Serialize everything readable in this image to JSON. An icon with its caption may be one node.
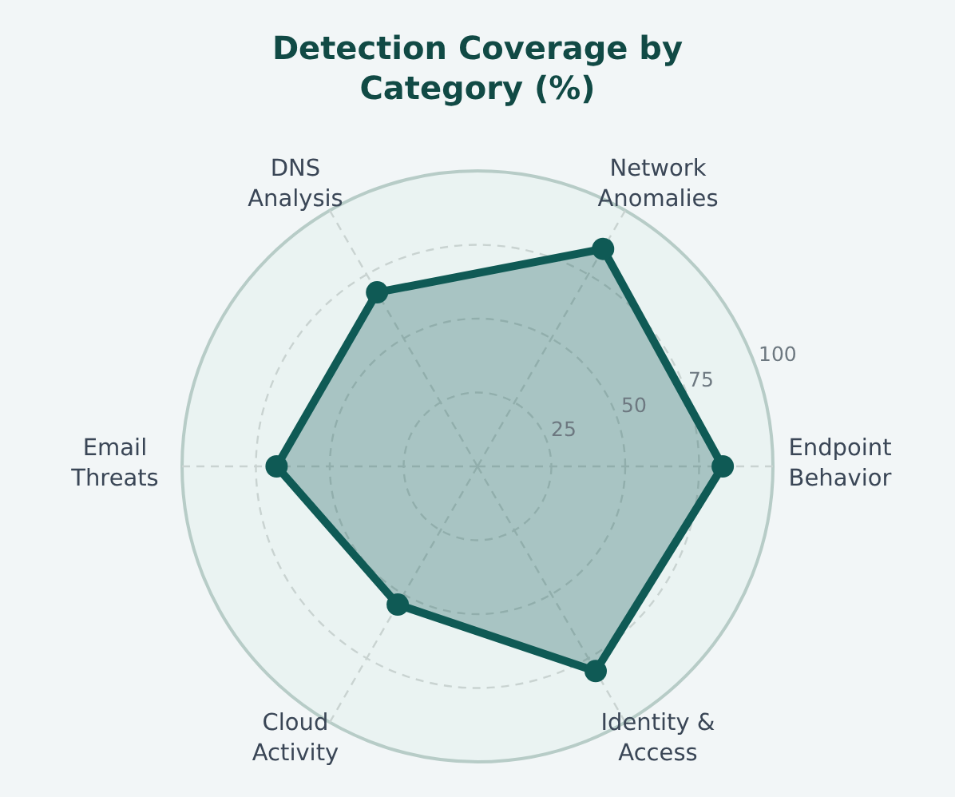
{
  "diagram": {
    "title": "Detection Coverage by Category (%)",
    "labels": [
      "DNS Analysis",
      "Network Anomalies",
      "100",
      "75",
      "50",
      "25",
      "Email Threats",
      "Endpoint Behavior",
      "Cloud Activity",
      "Identity & Access"
    ]
  }
}
